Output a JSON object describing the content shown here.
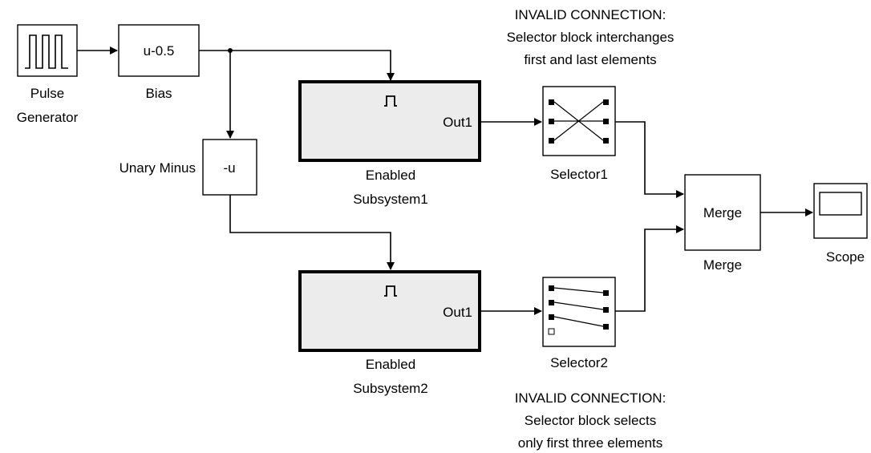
{
  "blocks": {
    "pulse_generator": {
      "name_line1": "Pulse",
      "name_line2": "Generator"
    },
    "bias": {
      "content": "u-0.5",
      "name": "Bias"
    },
    "unary_minus": {
      "content": "-u",
      "name": "Unary Minus"
    },
    "enabled_subsystem1": {
      "port": "Out1",
      "name_line1": "Enabled",
      "name_line2": "Subsystem1"
    },
    "enabled_subsystem2": {
      "port": "Out1",
      "name_line1": "Enabled",
      "name_line2": "Subsystem2"
    },
    "selector1": {
      "name": "Selector1"
    },
    "selector2": {
      "name": "Selector2"
    },
    "merge": {
      "content": "Merge",
      "name": "Merge"
    },
    "scope": {
      "name": "Scope"
    }
  },
  "annotations": {
    "top": {
      "line1": "INVALID CONNECTION:",
      "line2": "Selector block interchanges",
      "line3": "first and last elements"
    },
    "bottom": {
      "line1": "INVALID CONNECTION:",
      "line2": "Selector block selects",
      "line3": "only first three elements"
    }
  }
}
